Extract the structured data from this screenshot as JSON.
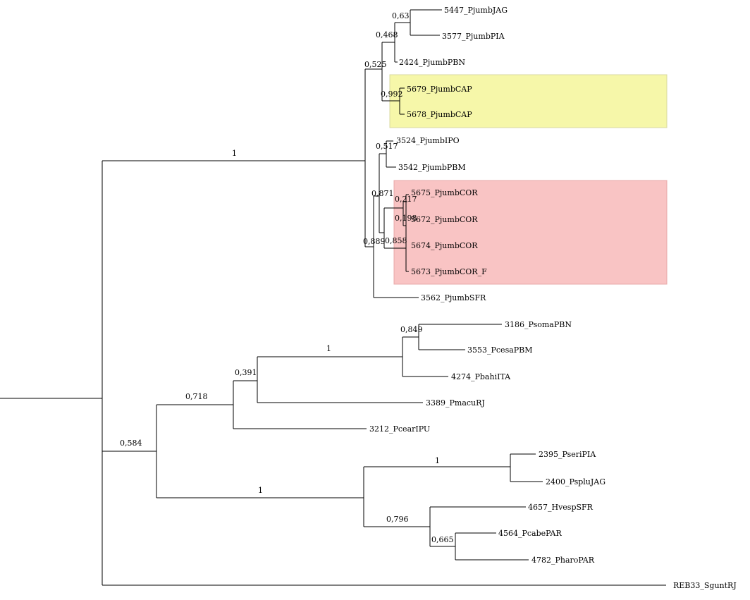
{
  "tree": {
    "taxa": [
      "5447_PjumbJAG",
      "3577_PjumbPIA",
      "2424_PjumbPBN",
      "5679_PjumbCAP",
      "5678_PjumbCAP",
      "3524_PjumbIPO",
      "3542_PjumbPBM",
      "5675_PjumbCOR",
      "5672_PjumbCOR",
      "5674_PjumbCOR",
      "5673_PjumbCOR_F",
      "3562_PjumbSFR",
      "3186_PsomaPBN",
      "3553_PcesaPBM",
      "4274_PbahiITA",
      "3389_PmacuRJ",
      "3212_PcearIPU",
      "2395_PseriPIA",
      "2400_PspluJAG",
      "4657_HvespSFR",
      "4564_PcabePAR",
      "4782_PharoPAR",
      "REB33_SguntRJ"
    ],
    "support_values": [
      "0,63",
      "0,468",
      "0,525",
      "0,992",
      "0,517",
      "0,871",
      "0,217",
      "0,198",
      "0,858",
      "0,889",
      "1",
      "0,849",
      "1",
      "0,391",
      "0,718",
      "1",
      "0,665",
      "0,796",
      "1",
      "0,584"
    ],
    "highlight_colors": {
      "yellow": "#f6f7a9",
      "red": "#f9c4c4"
    }
  }
}
